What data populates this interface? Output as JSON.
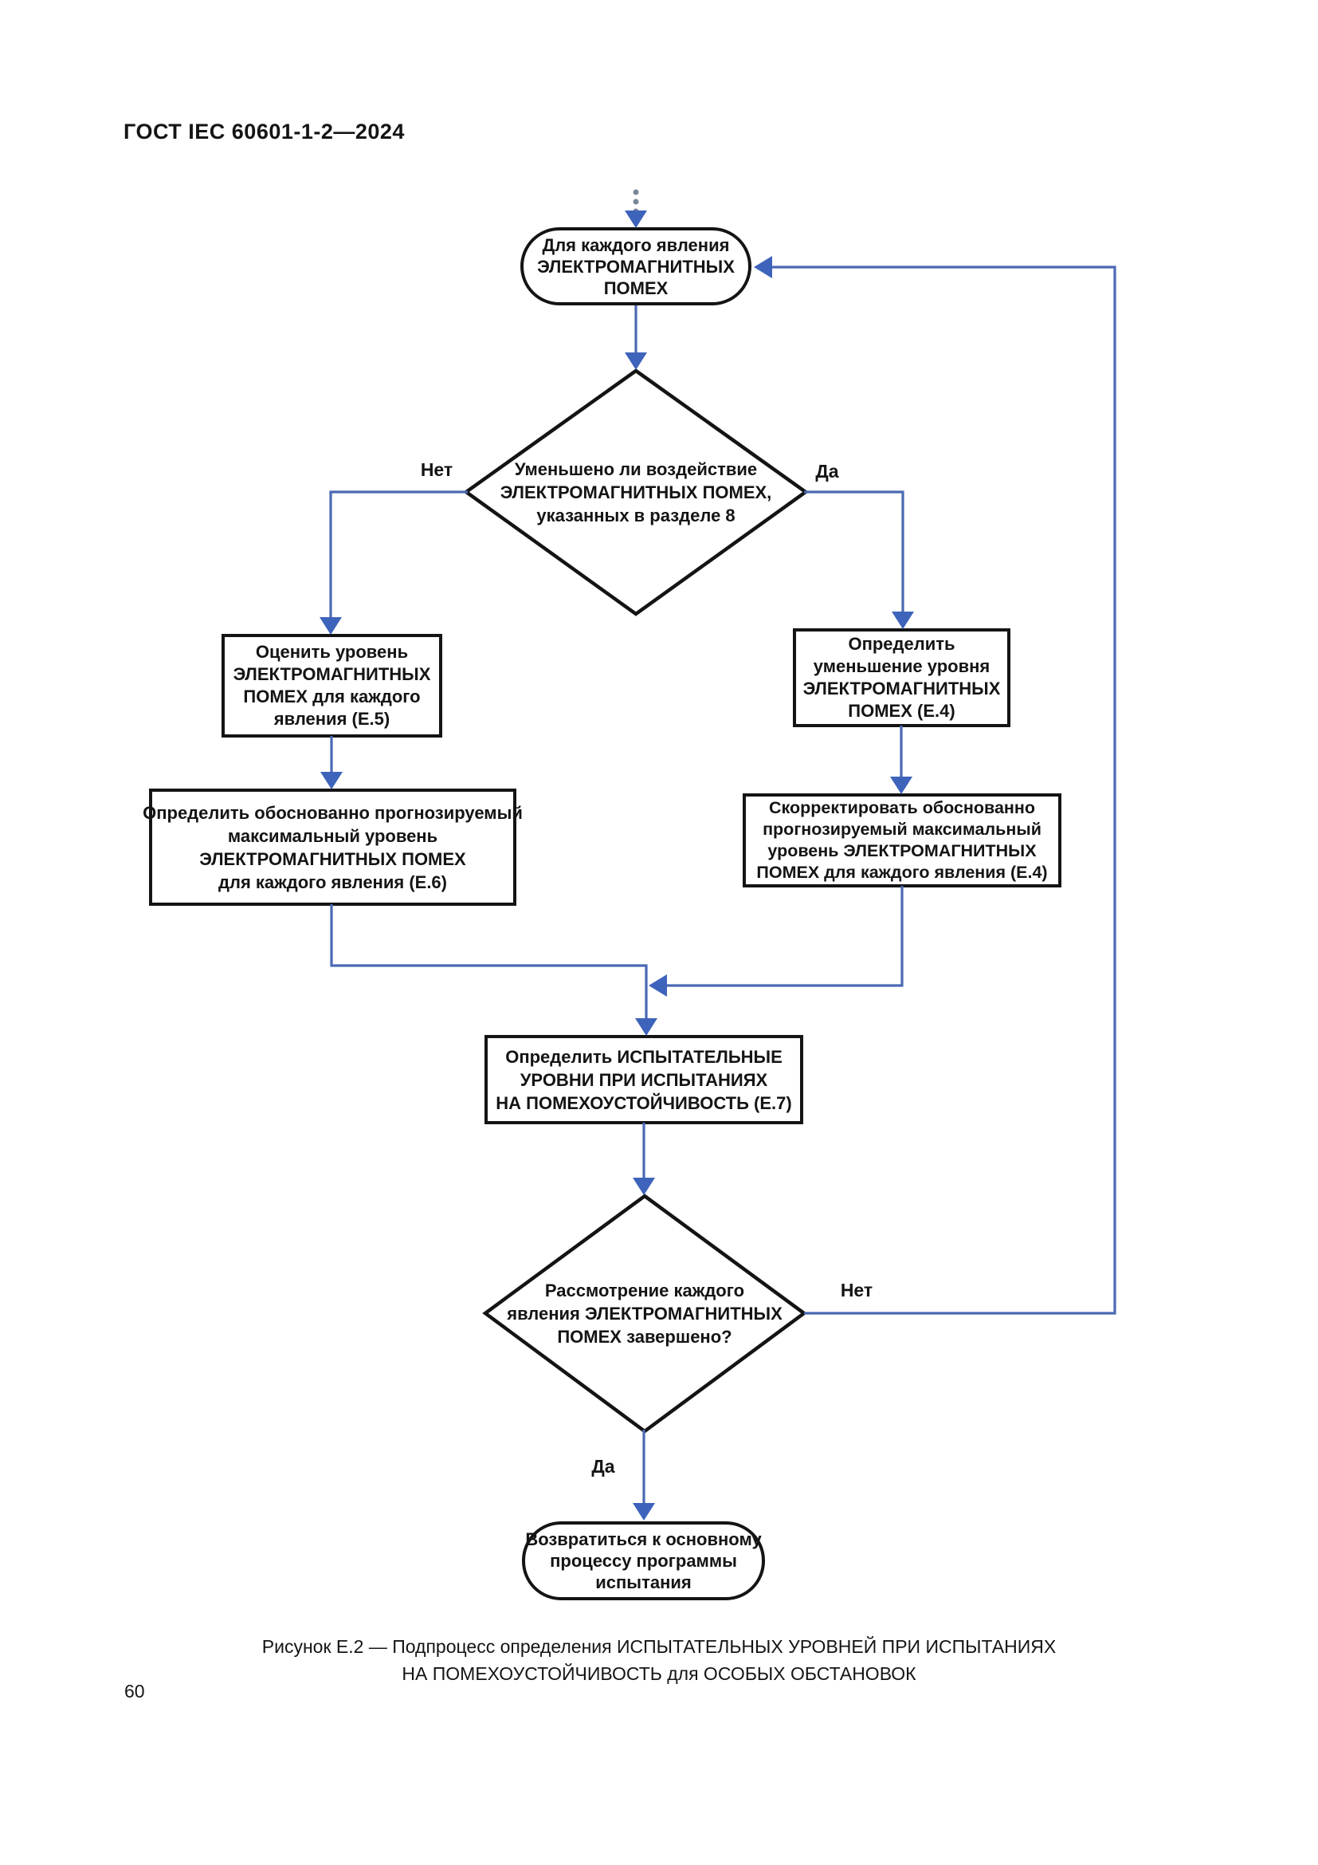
{
  "header": {
    "title": "ГОСТ IEC 60601-1-2—2024"
  },
  "colors": {
    "background": "#ffffff",
    "text": "#141414",
    "shape_border": "#141414",
    "connector": "#4a69b4",
    "arrowhead": "#3e63bb",
    "ellipsis": "#7a8699"
  },
  "flowchart": {
    "nodes": {
      "start": {
        "type": "terminator",
        "lines": [
          "Для каждого явления",
          "ЭЛЕКТРОМАГНИТНЫХ",
          "ПОМЕХ"
        ]
      },
      "decision_mitigated": {
        "type": "decision",
        "lines": [
          "Уменьшено ли воздействие",
          "ЭЛЕКТРОМАГНИТНЫХ ПОМЕХ,",
          "указанных в разделе 8"
        ]
      },
      "assess_level": {
        "type": "process",
        "lines": [
          "Оценить уровень",
          "ЭЛЕКТРОМАГНИТНЫХ",
          "ПОМЕХ для каждого",
          "явления (Е.5)"
        ]
      },
      "determine_reduction": {
        "type": "process",
        "lines": [
          "Определить",
          "уменьшение уровня",
          "ЭЛЕКТРОМАГНИТНЫХ",
          "ПОМЕХ (Е.4)"
        ]
      },
      "determine_max_level": {
        "type": "process",
        "lines": [
          "Определить обоснованно прогнозируемый",
          "максимальный уровень",
          "ЭЛЕКТРОМАГНИТНЫХ ПОМЕХ",
          "для каждого явления (Е.6)"
        ]
      },
      "adjust_max_level": {
        "type": "process",
        "lines": [
          "Скорректировать обоснованно",
          "прогнозируемый максимальный",
          "уровень ЭЛЕКТРОМАГНИТНЫХ",
          "ПОМЕХ для каждого явления (Е.4)"
        ]
      },
      "determine_test_levels": {
        "type": "process",
        "lines": [
          "Определить ИСПЫТАТЕЛЬНЫЕ",
          "УРОВНИ ПРИ ИСПЫТАНИЯХ",
          "НА ПОМЕХОУСТОЙЧИВОСТЬ (Е.7)"
        ]
      },
      "decision_all_done": {
        "type": "decision",
        "lines": [
          "Рассмотрение каждого",
          "явления ЭЛЕКТРОМАГНИТНЫХ",
          "ПОМЕХ завершено?"
        ]
      },
      "end": {
        "type": "terminator",
        "lines": [
          "Возвратиться к основному",
          "процессу программы",
          "испытания"
        ]
      }
    },
    "labels": {
      "decision1_no": "Нет",
      "decision1_yes": "Да",
      "decision2_no": "Нет",
      "decision2_yes": "Да"
    }
  },
  "caption": {
    "lines": [
      "Рисунок Е.2 — Подпроцесс определения ИСПЫТАТЕЛЬНЫХ УРОВНЕЙ ПРИ ИСПЫТАНИЯХ",
      "НА ПОМЕХОУСТОЙЧИВОСТЬ для ОСОБЫХ ОБСТАНОВОК"
    ]
  },
  "page_number": "60"
}
